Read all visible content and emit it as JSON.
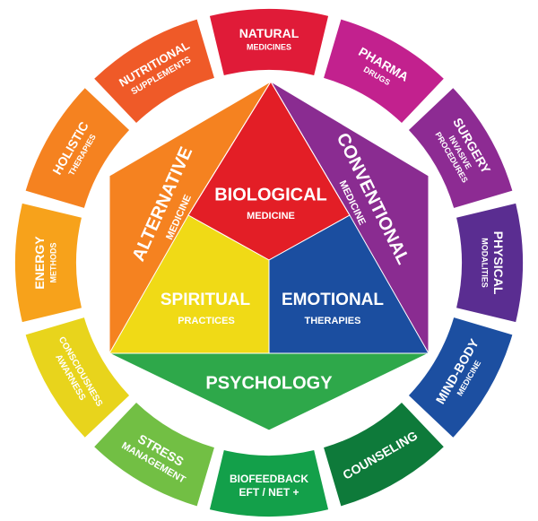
{
  "segments": [
    {
      "id": "natural",
      "title": "NATURAL",
      "sub": "MEDICINES",
      "color": "#e01b38"
    },
    {
      "id": "pharma",
      "title": "PHARMA",
      "sub": "DRUGS",
      "color": "#c2218e"
    },
    {
      "id": "surgery",
      "title": "SURGERY",
      "sub": "INVASIVE|PROCEDURES",
      "color": "#8d2b93"
    },
    {
      "id": "physical",
      "title": "PHYSICAL",
      "sub": "MODALITIES",
      "color": "#5a2d91"
    },
    {
      "id": "mind-body",
      "title": "MIND-BODY",
      "sub": "MEDICINE",
      "color": "#1c4fa1"
    },
    {
      "id": "counseling",
      "title": "COUNSELING",
      "sub": "",
      "color": "#0e7a3a"
    },
    {
      "id": "biofeedback",
      "title": "BIOFEEDBACK",
      "sub": "EFT / NET +",
      "color": "#13a04a"
    },
    {
      "id": "stress",
      "title": "STRESS",
      "sub": "MANAGEMENT",
      "color": "#72bf44"
    },
    {
      "id": "consciousness",
      "title": "CONSCIOUSNESS",
      "sub": "AWARNESS",
      "color": "#e8d41c"
    },
    {
      "id": "energy",
      "title": "ENERGY",
      "sub": "METHODS",
      "color": "#f7a21b"
    },
    {
      "id": "holistic",
      "title": "HOLISTIC",
      "sub": "THERAPIES",
      "color": "#f58220"
    },
    {
      "id": "nutritional",
      "title": "NUTRITIONAL",
      "sub": "SUPPLEMENTS",
      "color": "#ef5a28"
    }
  ],
  "core": {
    "biological": {
      "title": "BIOLOGICAL",
      "sub": "MEDICINE",
      "color": "#e31e26"
    },
    "spiritual": {
      "title": "SPIRITUAL",
      "sub": "PRACTICES",
      "color": "#f0da16"
    },
    "emotional": {
      "title": "EMOTIONAL",
      "sub": "THERAPIES",
      "color": "#1b4ea0"
    },
    "alternative": {
      "title": "ALTERNATIVE",
      "sub": "MEDICINE",
      "color": "#f58220"
    },
    "conventional": {
      "title": "CONVENTIONAL",
      "sub": "MEDICINE",
      "color": "#8a2c91"
    },
    "psychology": {
      "title": "PSYCHOLOGY",
      "sub": "",
      "color": "#2ea84a"
    }
  }
}
